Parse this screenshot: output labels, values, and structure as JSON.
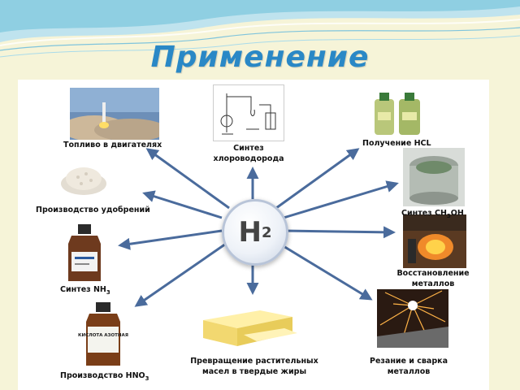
{
  "title": "Применение",
  "hub": {
    "formula": "H",
    "subscript": "2"
  },
  "applications": [
    {
      "text": "Топливо в двигателях"
    },
    {
      "line1": "Синтез",
      "line2": "хлороводорода"
    },
    {
      "text": "Получение HCL"
    },
    {
      "text": "Производство удобрений"
    },
    {
      "pre": "Синтез CH",
      "sub": "3",
      "post": "OH"
    },
    {
      "pre": "Синтез NH",
      "sub": "3"
    },
    {
      "line1": "Восстановление",
      "line2": "металлов"
    },
    {
      "line1": "Превращение растительных",
      "line2": "масел в твердые жиры"
    },
    {
      "line1": "Резание и сварка",
      "line2": "металлов"
    },
    {
      "pre": "Производство HNO",
      "sub": "3"
    }
  ],
  "bottle_label": "КИСЛОТА АЗОТНАЯ",
  "colors": {
    "title": "#2a88c6",
    "arrow": "#4a6b9c",
    "background": "#f6f4d8"
  }
}
